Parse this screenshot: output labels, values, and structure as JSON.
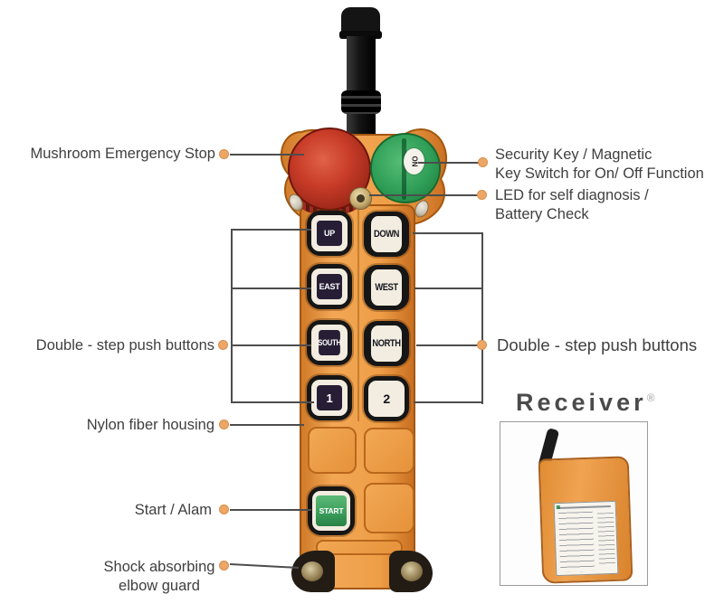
{
  "labels": {
    "mushroom": "Mushroom Emergency Stop",
    "security": {
      "line1": "Security Key / Magnetic",
      "line2": "Key Switch for On/ Off Function"
    },
    "led": {
      "line1": "LED for self diagnosis /",
      "line2": "Battery Check"
    },
    "double_left": "Double - step push buttons",
    "double_right": "Double - step push buttons",
    "nylon": "Nylon fiber housing",
    "start": "Start / Alam",
    "shock": {
      "line1": "Shock absorbing",
      "line2": "elbow guard"
    }
  },
  "transmitter": {
    "buttons": [
      {
        "label": "UP",
        "style": "dark"
      },
      {
        "label": "DOWN",
        "style": "light"
      },
      {
        "label": "EAST",
        "style": "dark"
      },
      {
        "label": "WEST",
        "style": "light"
      },
      {
        "label": "SOUTH",
        "style": "dark"
      },
      {
        "label": "NORTH",
        "style": "light"
      },
      {
        "label": "1",
        "style": "dark"
      },
      {
        "label": "2",
        "style": "light"
      }
    ],
    "start_button_label": "START",
    "key_switch_label": "ON"
  },
  "receiver": {
    "title": "Receiver",
    "registered_mark": "®"
  },
  "colors": {
    "body_orange": "#EC9C44",
    "body_outline": "#A3570F",
    "estop_red": "#C23A28",
    "key_green": "#2F9E57",
    "start_green": "#41A25E",
    "button_chip": "#271E35",
    "button_face": "#F2EDE0",
    "button_ring": "#161616",
    "label_text": "#3F3F3F",
    "leader_line": "#4D4D4D",
    "dot_fill": "#ECA767",
    "dot_edge": "#D98E4B",
    "receiver_title": "#4B4B4B"
  }
}
